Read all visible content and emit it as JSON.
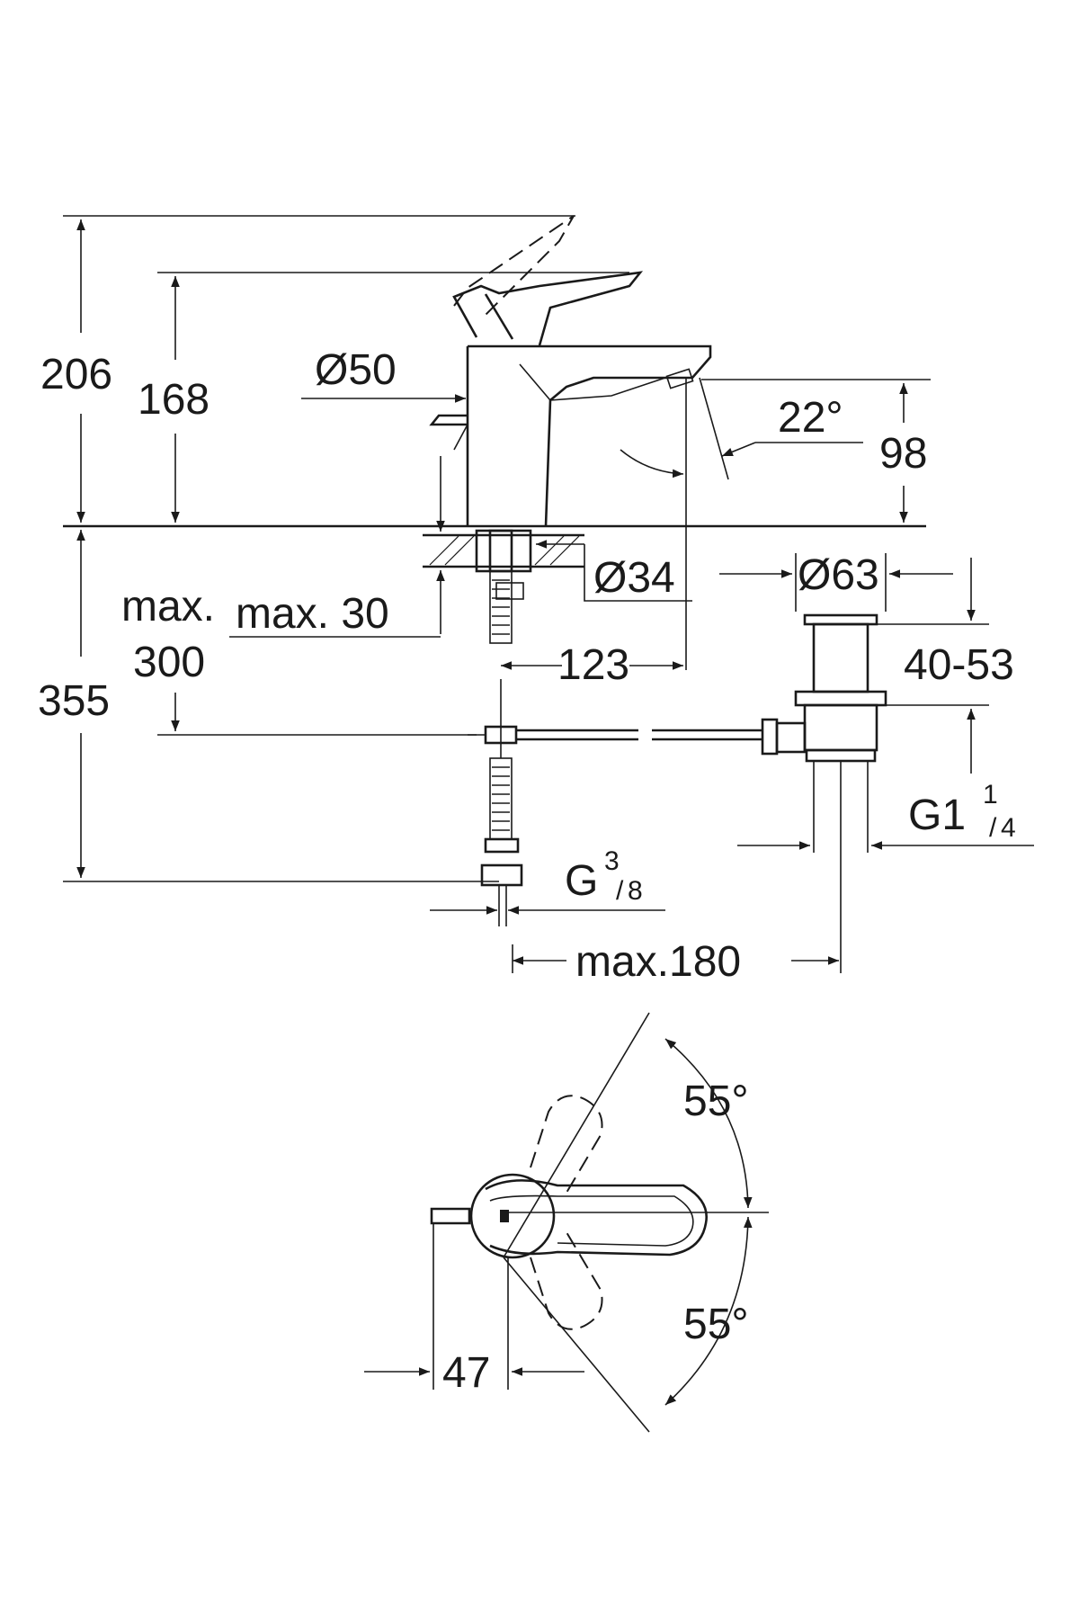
{
  "side_view": {
    "total_height": "206",
    "lever_height": "168",
    "body_diameter": "Ø50",
    "spout_height": "98",
    "spout_angle": "22°",
    "hole_diameter": "Ø34",
    "max_label": "max.",
    "max_300": "300",
    "max_deck": "max. 30",
    "spout_reach": "123",
    "hose_length": "355",
    "connection_thread": "G",
    "connection_num": "3",
    "connection_den": "8",
    "waste_diameter": "Ø63",
    "waste_range": "40-53",
    "waste_thread": "G1",
    "waste_num": "1",
    "waste_den": "4",
    "rod_reach": "max.180"
  },
  "top_view": {
    "angle_upper": "55°",
    "angle_lower": "55°",
    "offset": "47"
  }
}
